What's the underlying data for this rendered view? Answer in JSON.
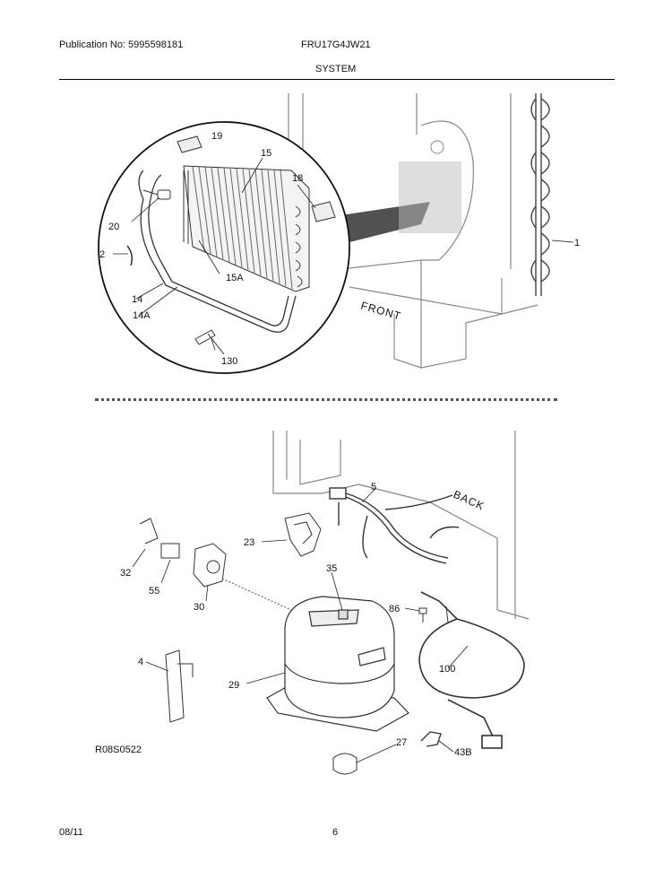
{
  "header": {
    "publication": "Publication No: 5995598181",
    "model": "FRU17G4JW21",
    "section": "SYSTEM"
  },
  "top_diagram": {
    "front_label": "FRONT",
    "parts": [
      "19",
      "15",
      "18",
      "20",
      "2",
      "15A",
      "14",
      "14A",
      "130",
      "1"
    ]
  },
  "bottom_diagram": {
    "back_label": "BACK",
    "parts": [
      "5",
      "23",
      "32",
      "55",
      "30",
      "35",
      "86",
      "4",
      "29",
      "100",
      "27",
      "43B"
    ]
  },
  "drawing_code": "R08S0522",
  "footer": {
    "date": "08/11",
    "page": "6"
  }
}
